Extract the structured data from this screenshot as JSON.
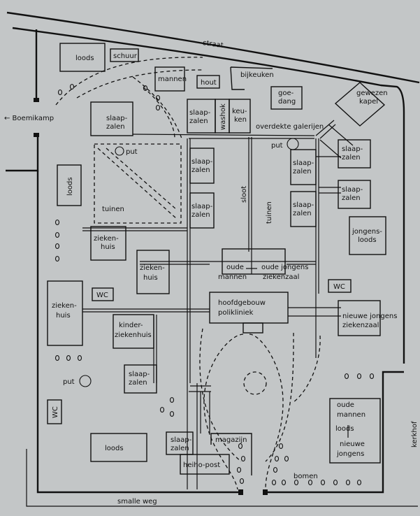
{
  "labels": {
    "street": "straat",
    "narrow_road": "smalle weg",
    "camp": "← Boemikamp",
    "cemetery": "kerkhof",
    "shed_top": "loods",
    "barn": "schuur",
    "men": "mannen",
    "wood": "hout",
    "back_kitchen": "bijkeuken",
    "goedang_1": "goe-",
    "goedang_2": "dang",
    "chapel_1": "gewezen",
    "chapel_2": "kapel",
    "sleep_nw_1": "slaap-",
    "sleep_nw_2": "zalen",
    "sleep_kitchen_1": "slaap-",
    "sleep_kitchen_2": "zalen",
    "washhouse": "washok",
    "kitchen_1": "keu-",
    "kitchen_2": "ken",
    "galleries": "overdekte galerijen",
    "well_1": "put",
    "well_2": "put",
    "well_3": "put",
    "sleep_e1_1": "slaap-",
    "sleep_e1_2": "zalen",
    "sleep_e2_1": "slaap-",
    "sleep_e2_2": "zalen",
    "shed_west": "loods",
    "gardens_west": "tuinen",
    "sleep_c1_1": "slaap-",
    "sleep_c1_2": "zalen",
    "sleep_c2_1": "slaap-",
    "sleep_c2_2": "zalen",
    "ditch": "sloot",
    "gardens_center": "tuinen",
    "sleep_r1_1": "slaap-",
    "sleep_r1_2": "zalen",
    "sleep_r2_1": "slaap-",
    "sleep_r2_2": "zalen",
    "boys_shed_1": "jongens-",
    "boys_shed_2": "loods",
    "hospital_small_1": "zieken-",
    "hospital_small_2": "huis",
    "hospital_mid_1": "zieken-",
    "hospital_mid_2": "huis",
    "old_men_1": "oude",
    "old_men_2": "mannen",
    "old_boys_ward_1": "oude jongens",
    "old_boys_ward_2": "ziekenzaal",
    "wc_west": "WC",
    "wc_east": "WC",
    "wc_sw": "WC",
    "hospital_big_1": "zieken-",
    "hospital_big_2": "huis",
    "main_building_1": "hoofdgebouw",
    "main_building_2": "polikliniek",
    "children_hosp_1": "kinder-",
    "children_hosp_2": "ziekenhuis",
    "new_boys_ward_1": "nieuwe jongens",
    "new_boys_ward_2": "ziekenzaal",
    "sleep_south_1": "slaap-",
    "sleep_south_2": "zalen",
    "old_men_se_1": "oude",
    "old_men_se_2": "mannen",
    "shed_se": "loods",
    "new_boys_se_1": "nieuwe",
    "new_boys_se_2": "jongens",
    "shed_south": "loods",
    "sleep_bottom_1": "slaap-",
    "sleep_bottom_2": "zalen",
    "warehouse": "magazijn",
    "heiho_post": "heiho-post",
    "trees": "bomen"
  }
}
